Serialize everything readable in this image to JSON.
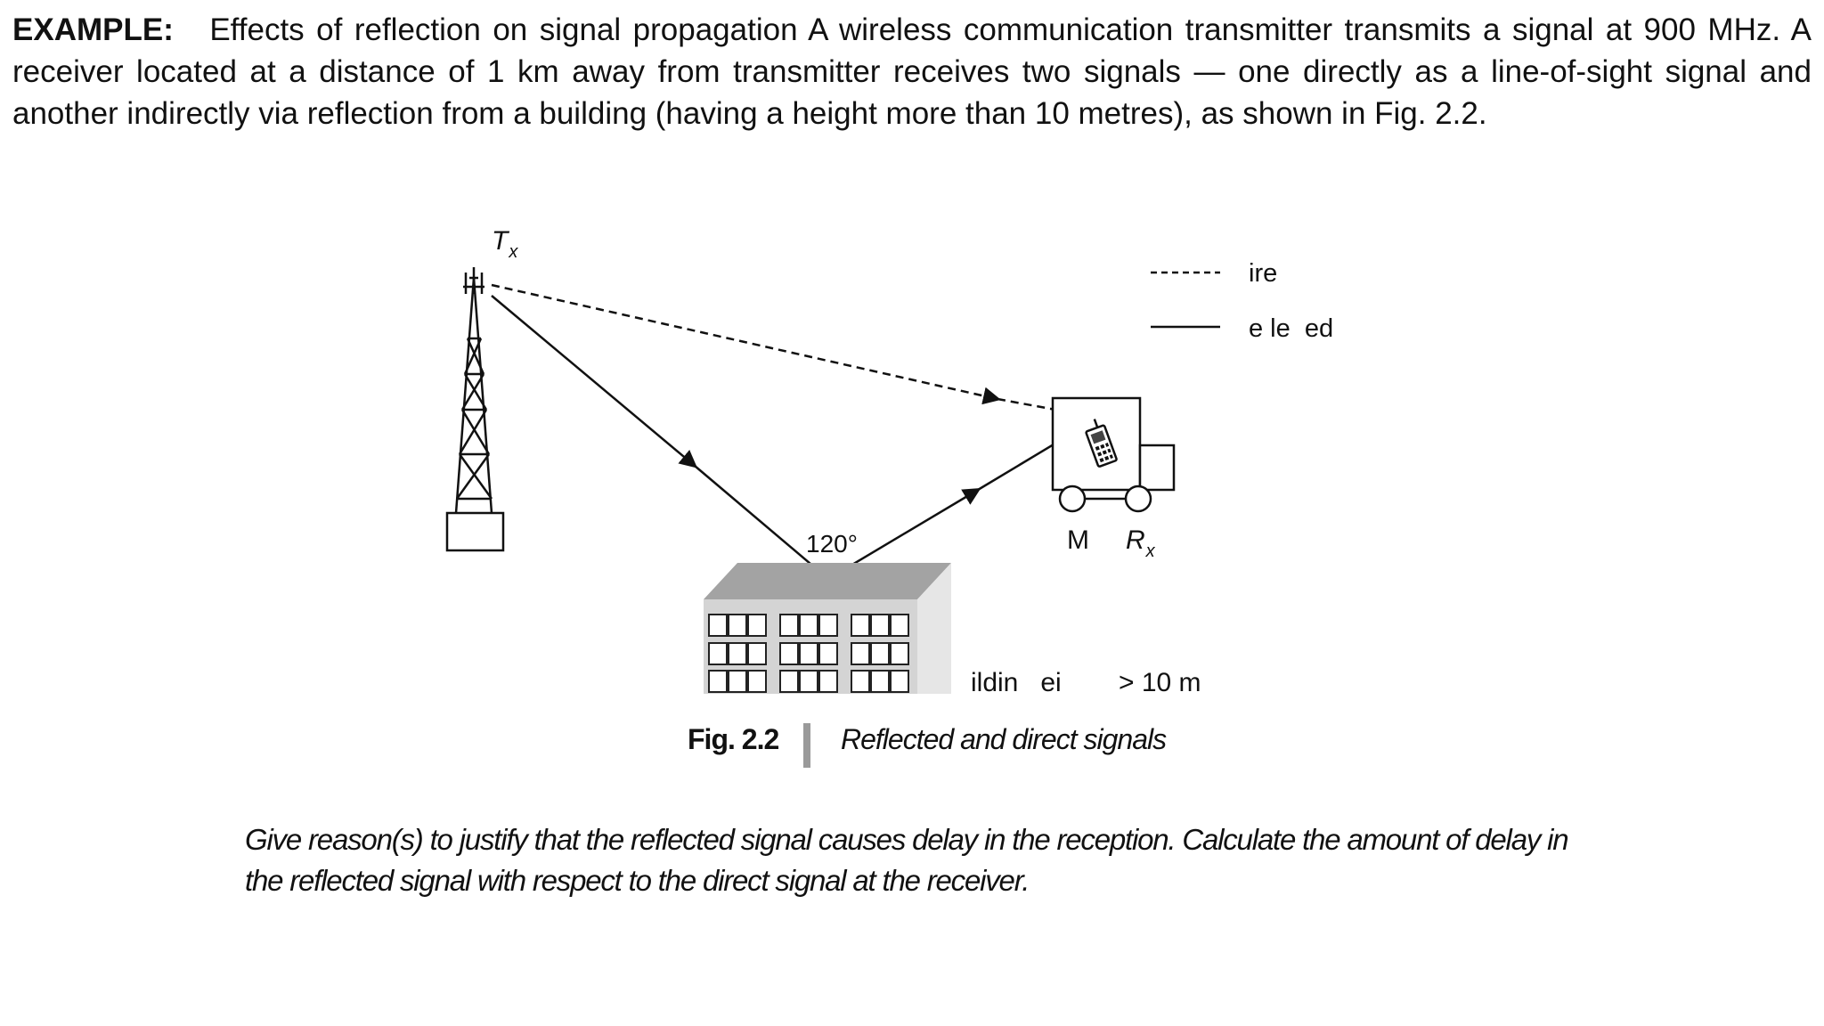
{
  "problem": {
    "label": "EXAMPLE:",
    "text": "Effects of reflection on signal propagation A wireless communication transmitter transmits a signal at 900 MHz. A receiver located at a distance of 1 km away from transmitter receives two signals — one directly as a line-of-sight signal and another indirectly via reflection from a building (having a height more than 10 metres), as shown in Fig. 2.2."
  },
  "figure": {
    "tx_label": "T",
    "tx_sub": "x",
    "rx_label": "R",
    "rx_sub": "x",
    "ms_label": "M",
    "angle_label": "120°",
    "legend": {
      "direct": "ire",
      "reflected": "e le  ed"
    },
    "building_label": "ildin   ei",
    "height_label": "> 10 m",
    "caption_number": "Fig. 2.2",
    "caption_text": "Reflected and direct signals"
  },
  "question": "Give reason(s) to justify that the reflected signal causes delay in the reception. Calculate the amount of delay in the reflected signal with respect to the direct signal at the receiver."
}
